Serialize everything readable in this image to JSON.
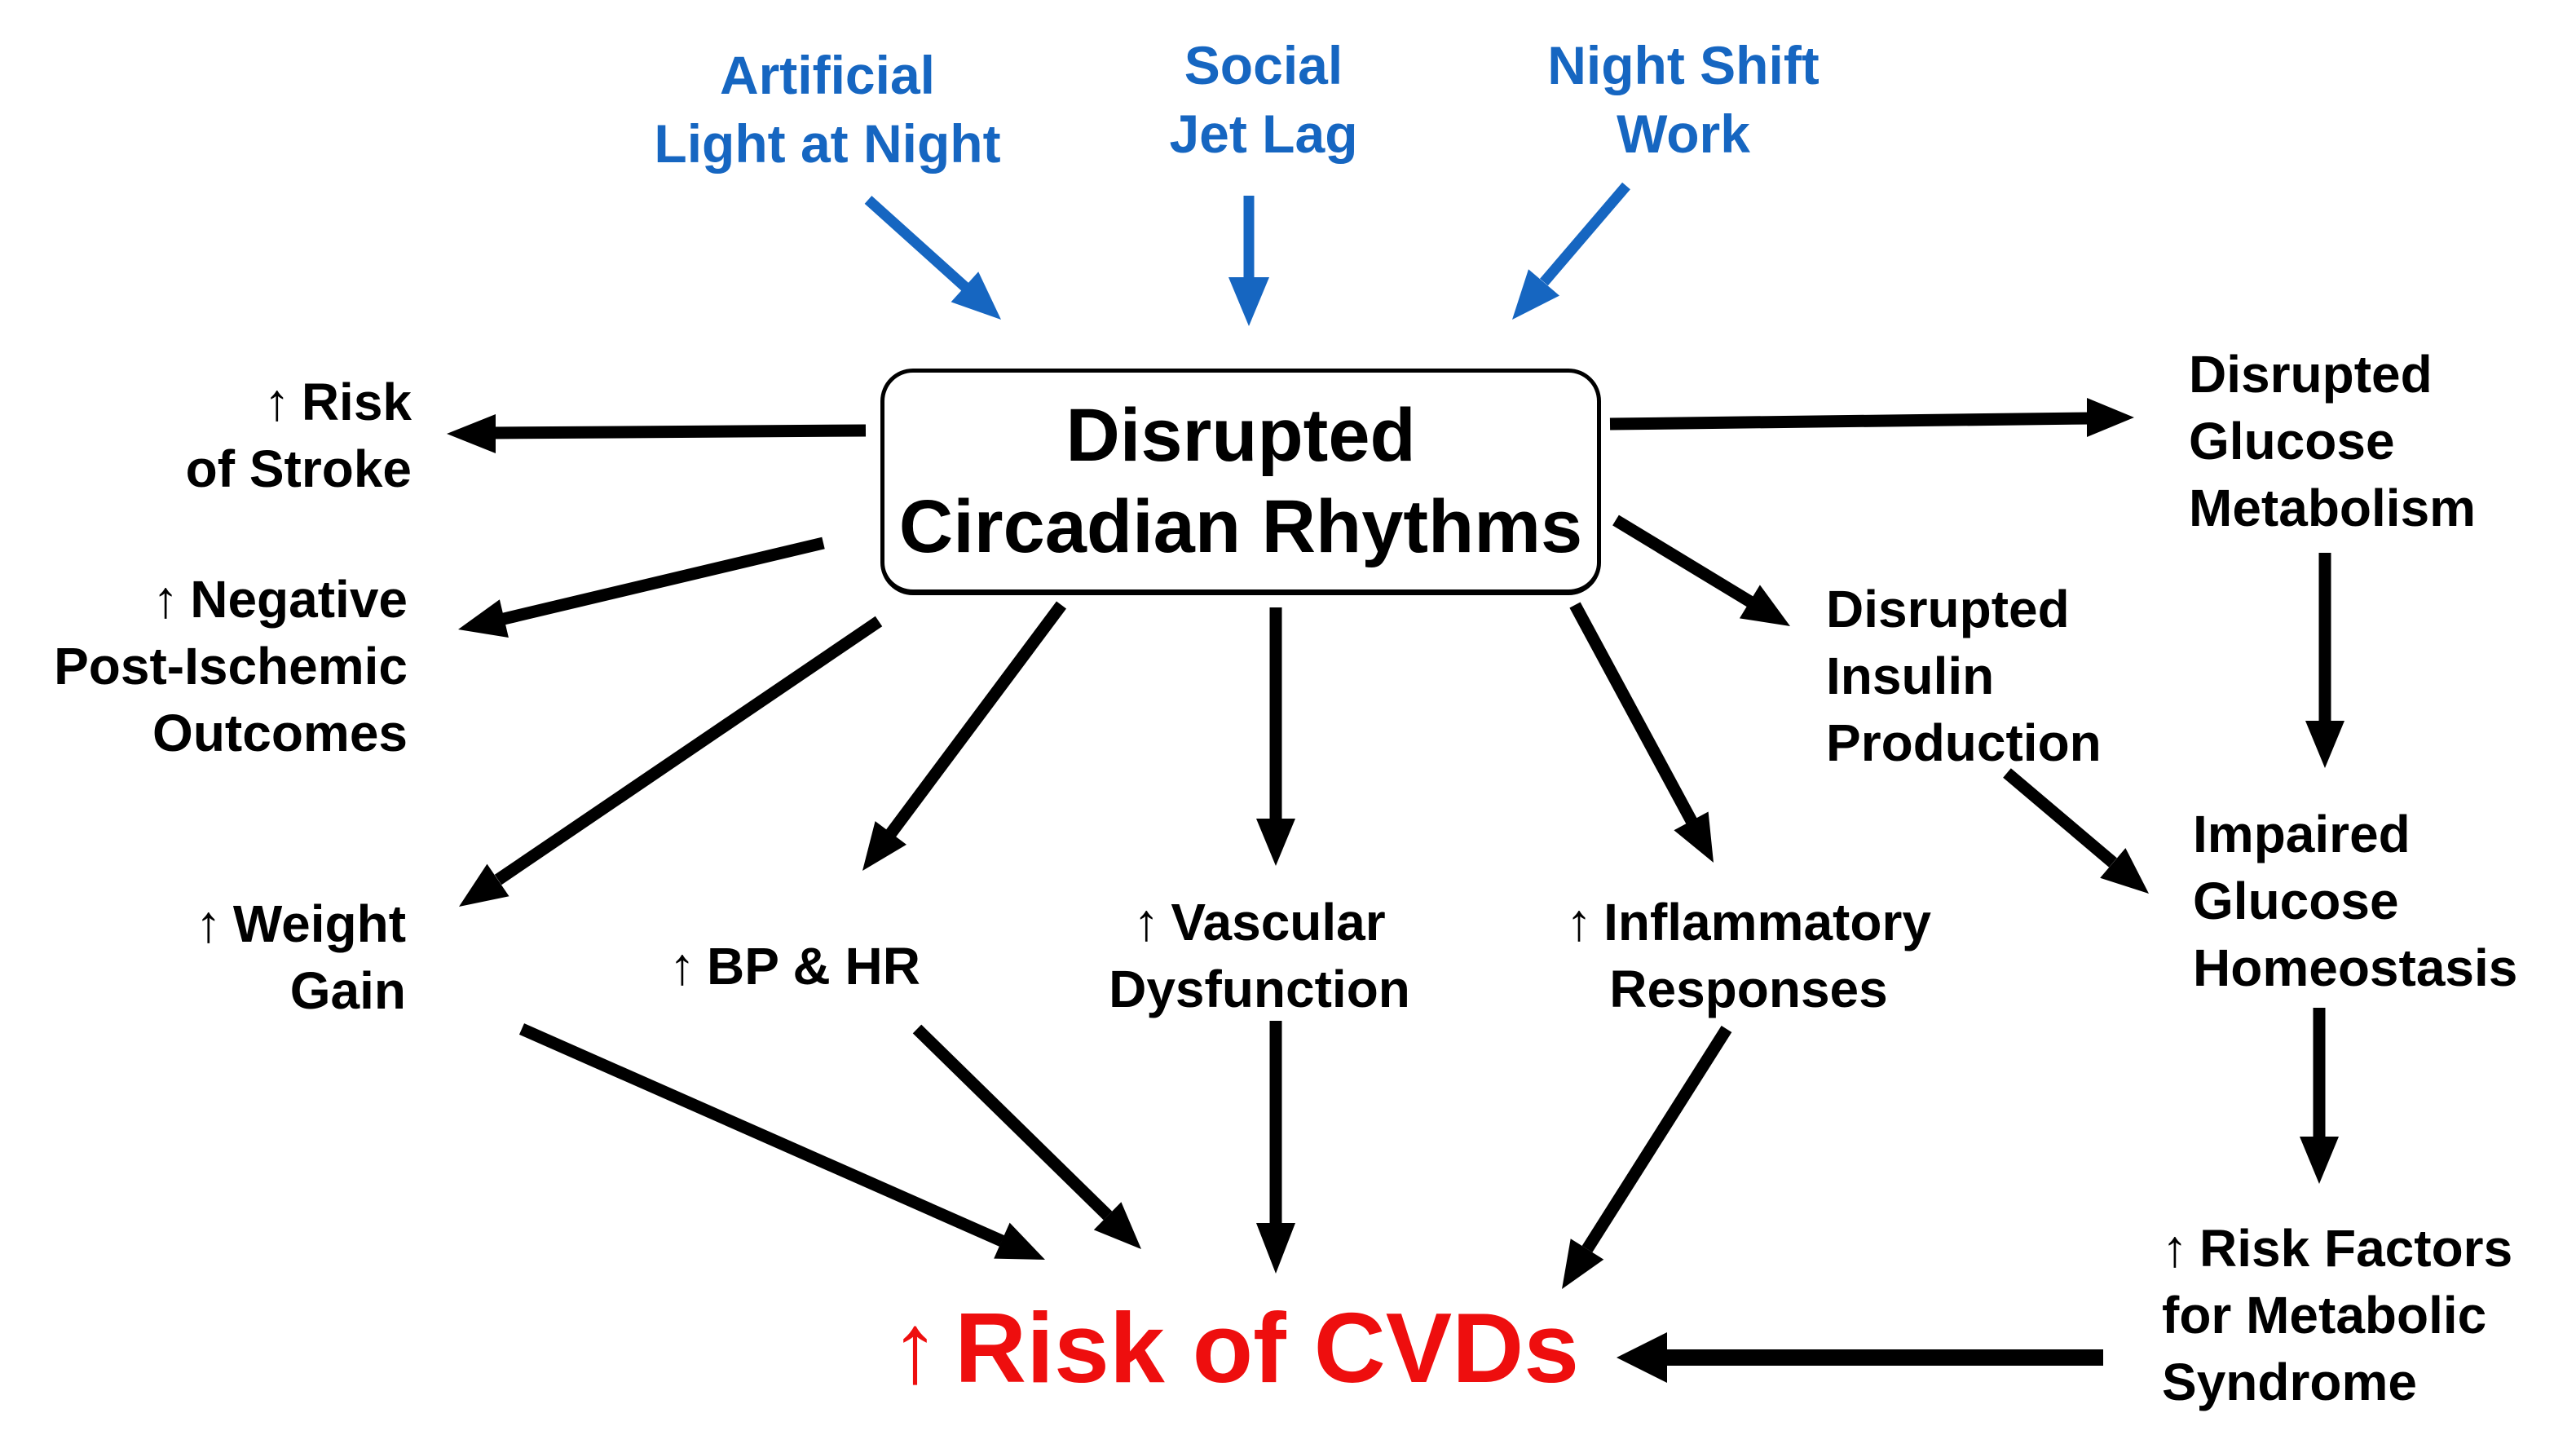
{
  "title": "Disrupted Circadian Rhythms diagram",
  "colors": {
    "cause_blue": "#1666c1",
    "outcome_red": "#ee0e0e",
    "text_black": "#000000",
    "background": "#ffffff"
  },
  "nodes": {
    "artificial": {
      "lines": [
        "Artificial",
        "Light at Night"
      ]
    },
    "social": {
      "lines": [
        "Social",
        "Jet Lag"
      ]
    },
    "night_shift": {
      "lines": [
        "Night Shift",
        "Work"
      ]
    },
    "central": {
      "lines": [
        "Disrupted",
        "Circadian Rhythms"
      ]
    },
    "stroke": {
      "prefix": "↑",
      "lines": [
        "Risk",
        "of Stroke"
      ]
    },
    "post_ischemic": {
      "prefix": "↑",
      "lines": [
        "Negative",
        "Post-Ischemic",
        "Outcomes"
      ]
    },
    "weight_gain": {
      "prefix": "↑",
      "lines": [
        "Weight",
        "Gain"
      ]
    },
    "bp_hr": {
      "prefix": "↑",
      "lines": [
        "BP & HR"
      ]
    },
    "vascular": {
      "prefix": "↑",
      "lines": [
        "Vascular",
        "Dysfunction"
      ]
    },
    "inflammatory": {
      "prefix": "↑",
      "lines": [
        "Inflammatory",
        "Responses"
      ]
    },
    "glucose_metabolism": {
      "lines": [
        "Disrupted",
        "Glucose",
        "Metabolism"
      ]
    },
    "insulin_production": {
      "lines": [
        "Disrupted",
        "Insulin",
        "Production"
      ]
    },
    "glucose_homeostasis": {
      "lines": [
        "Impaired",
        "Glucose",
        "Homeostasis"
      ]
    },
    "metabolic_syndrome": {
      "prefix": "↑",
      "lines": [
        "Risk Factors",
        "for Metabolic",
        "Syndrome"
      ]
    },
    "cvds": {
      "prefix": "↑",
      "lines": [
        "Risk of CVDs"
      ]
    }
  },
  "edges": [
    {
      "from": "artificial",
      "to": "central",
      "color": "blue"
    },
    {
      "from": "social",
      "to": "central",
      "color": "blue"
    },
    {
      "from": "night_shift",
      "to": "central",
      "color": "blue"
    },
    {
      "from": "central",
      "to": "stroke",
      "color": "black"
    },
    {
      "from": "central",
      "to": "post_ischemic",
      "color": "black"
    },
    {
      "from": "central",
      "to": "weight_gain",
      "color": "black"
    },
    {
      "from": "central",
      "to": "bp_hr",
      "color": "black"
    },
    {
      "from": "central",
      "to": "vascular",
      "color": "black"
    },
    {
      "from": "central",
      "to": "inflammatory",
      "color": "black"
    },
    {
      "from": "central",
      "to": "glucose_metabolism",
      "color": "black"
    },
    {
      "from": "central",
      "to": "insulin_production",
      "color": "black"
    },
    {
      "from": "glucose_metabolism",
      "to": "glucose_homeostasis",
      "color": "black"
    },
    {
      "from": "insulin_production",
      "to": "glucose_homeostasis",
      "color": "black"
    },
    {
      "from": "glucose_homeostasis",
      "to": "metabolic_syndrome",
      "color": "black"
    },
    {
      "from": "metabolic_syndrome",
      "to": "cvds",
      "color": "black"
    },
    {
      "from": "weight_gain",
      "to": "cvds",
      "color": "black"
    },
    {
      "from": "bp_hr",
      "to": "cvds",
      "color": "black"
    },
    {
      "from": "vascular",
      "to": "cvds",
      "color": "black"
    },
    {
      "from": "inflammatory",
      "to": "cvds",
      "color": "black"
    }
  ]
}
